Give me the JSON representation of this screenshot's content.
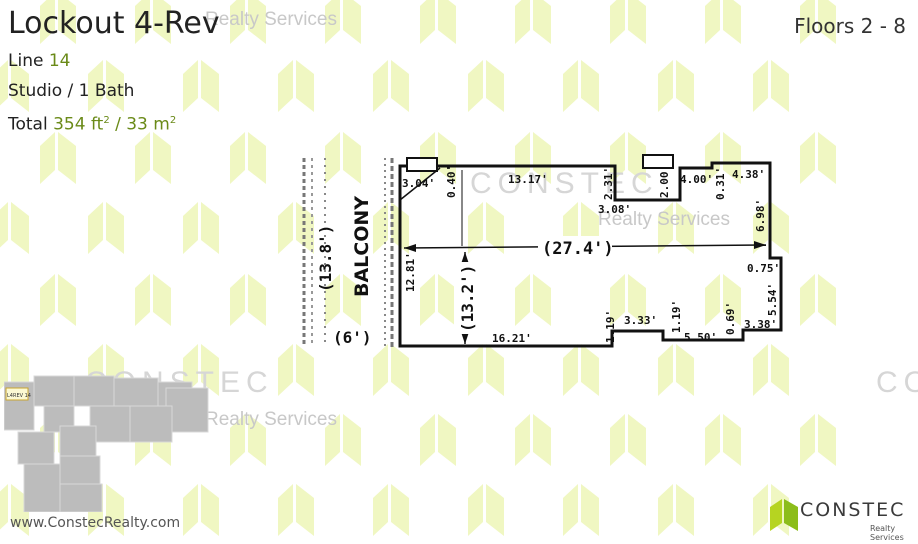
{
  "header": {
    "title": "Lockout 4-Rev",
    "floors": "Floors 2 - 8",
    "line_label": "Line",
    "line_value": "14",
    "unit_type": "Studio / 1 Bath",
    "total_label": "Total",
    "area_ft": "354 ft",
    "area_sep": " / ",
    "area_m": "33 m",
    "sq": "2"
  },
  "watermark": {
    "brand": "CONSTEC",
    "sub": "Realty Services"
  },
  "plan": {
    "balcony": "BALCONY",
    "balcony_depth": "(13.8')",
    "balcony_width": "(6')",
    "room_length": "(27.4')",
    "room_width": "(13.2')",
    "dims": [
      "3.04'",
      "0.40'",
      "13.17'",
      "2.31'",
      "3.08'",
      "2.00'",
      "4.00'",
      "4.38'",
      "0.31'",
      "6.98'",
      "12.81'",
      "0.75'",
      "5.54'",
      "1.19'",
      "3.33'",
      "1.19'",
      "5.50'",
      "0.69'",
      "3.38'",
      "16.21'"
    ]
  },
  "minimap": {
    "unit_tag": "L4REV 14"
  },
  "footer": {
    "url": "www.ConstecRealty.com",
    "logo_name": "CONSTEC",
    "logo_sub": "Realty Services"
  }
}
